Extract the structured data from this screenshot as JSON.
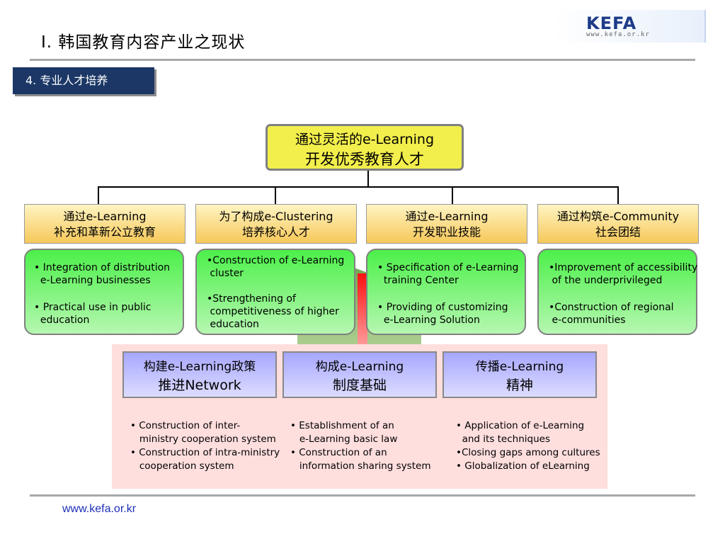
{
  "header": {
    "title": "Ⅰ. 韩国教育内容产业之现状",
    "section": "4. 专业人才培养"
  },
  "logo": {
    "name": "KEFA",
    "url": "www.kefa.or.kr"
  },
  "goal": {
    "line1": "通过灵活的e-Learning",
    "line2": "开发优秀教育人才"
  },
  "categories": [
    {
      "line1": "通过e-Learning",
      "line2": "补充和革新公立教育",
      "bullets": [
        "• Integration of distribution\n  e-Learning businesses",
        "• Practical use in public\n  education"
      ]
    },
    {
      "line1": "为了构成e-Clustering",
      "line2": "培养核心人才",
      "bullets": [
        "•Construction of e-Learning\n cluster",
        "•Strengthening of\n competitiveness of higher\n education"
      ]
    },
    {
      "line1": "通过e-Learning",
      "line2": "开发职业技能",
      "bullets": [
        "• Specification of e-Learning\n  training Center",
        "• Providing of customizing\n  e-Learning Solution"
      ]
    },
    {
      "line1": "通过构筑e-Community",
      "line2": "社会团结",
      "bullets": [
        "•Improvement of accessibility\n of the underprivileged",
        "•Construction of regional\n e-communities"
      ]
    }
  ],
  "foundations": [
    {
      "line1": "构建e-Learning政策",
      "line2": "推进Network",
      "bullets": "• Construction of inter-\n   ministry cooperation system\n• Construction of intra-ministry\n   cooperation system"
    },
    {
      "line1": "构成e-Learning",
      "line2": "制度基础",
      "bullets": "• Establishment of an\n   e-Learning basic law\n• Construction of an\n   information sharing system"
    },
    {
      "line1": "传播e-Learning",
      "line2": "精神",
      "bullets": "• Application of e-Learning\n  and its techniques\n•Closing gaps among cultures\n• Globalization of eLearning"
    }
  ],
  "footer": {
    "url": "www.kefa.or.kr"
  },
  "colors": {
    "navy": "#1c3766",
    "goal": "#f2ee4c",
    "green": "#4cf04a",
    "blue": "#a7a7ff",
    "pink": "#ffdede"
  }
}
